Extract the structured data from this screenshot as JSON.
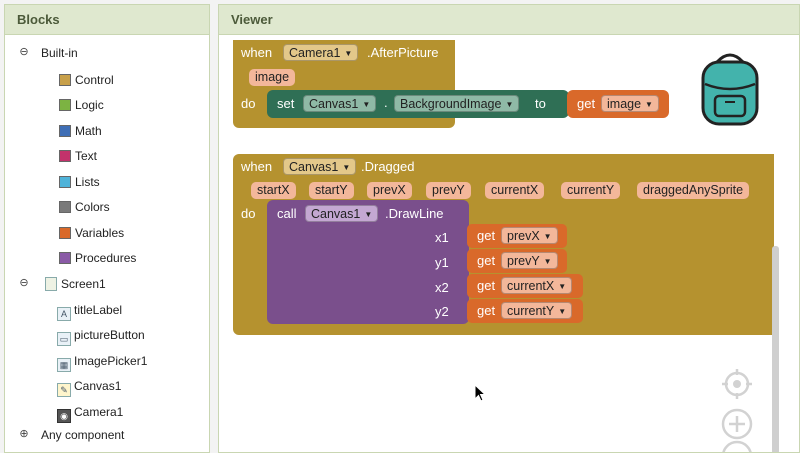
{
  "blocks_panel": {
    "title": "Blocks",
    "builtin": {
      "label": "Built-in",
      "items": [
        {
          "label": "Control",
          "color": "#c8a04a"
        },
        {
          "label": "Logic",
          "color": "#7cb342"
        },
        {
          "label": "Math",
          "color": "#3f6eb5"
        },
        {
          "label": "Text",
          "color": "#c2326b"
        },
        {
          "label": "Lists",
          "color": "#4fb3d9"
        },
        {
          "label": "Colors",
          "color": "#7a7a7a"
        },
        {
          "label": "Variables",
          "color": "#d9692a"
        },
        {
          "label": "Procedures",
          "color": "#8a5aa6"
        }
      ]
    },
    "screen": {
      "label": "Screen1",
      "items": [
        {
          "label": "titleLabel",
          "icon": "label-icon"
        },
        {
          "label": "pictureButton",
          "icon": "button-icon"
        },
        {
          "label": "ImagePicker1",
          "icon": "image-picker-icon"
        },
        {
          "label": "Canvas1",
          "icon": "canvas-icon"
        },
        {
          "label": "Camera1",
          "icon": "camera-icon"
        }
      ]
    },
    "any_component": "Any component"
  },
  "viewer": {
    "title": "Viewer",
    "event1": {
      "when": "when",
      "component": "Camera1",
      "event": ".AfterPicture",
      "param": "image",
      "do": "do",
      "set": "set",
      "set_component": "Canvas1",
      "dot": ".",
      "property": "BackgroundImage",
      "to": "to",
      "get": "get",
      "get_var": "image"
    },
    "event2": {
      "when": "when",
      "component": "Canvas1",
      "event": ".Dragged",
      "params": [
        "startX",
        "startY",
        "prevX",
        "prevY",
        "currentX",
        "currentY",
        "draggedAnySprite"
      ],
      "do": "do",
      "call": "call",
      "call_component": "Canvas1",
      "method": ".DrawLine",
      "args": [
        {
          "name": "x1",
          "get": "get",
          "var": "prevX"
        },
        {
          "name": "y1",
          "get": "get",
          "var": "prevY"
        },
        {
          "name": "x2",
          "get": "get",
          "var": "currentX"
        },
        {
          "name": "y2",
          "get": "get",
          "var": "currentY"
        }
      ]
    }
  },
  "colors": {
    "event_block": "#b5922f",
    "setter_block": "#2f6f55",
    "method_block": "#7a4f8c",
    "getter_block": "#d9692a",
    "param_pill": "#f3b79a",
    "panel_header": "#dfe8cf"
  }
}
